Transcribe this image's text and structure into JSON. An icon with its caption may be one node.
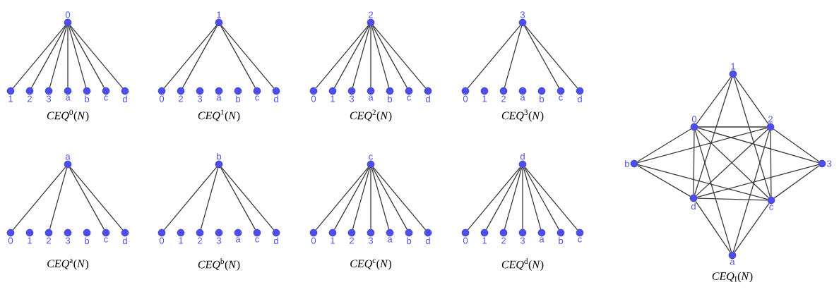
{
  "diagram": {
    "nodes": [
      {
        "text": [
          "0"
        ]
      },
      {
        "text": [
          "1"
        ]
      },
      {
        "text": [
          "2"
        ]
      },
      {
        "text": [
          "3"
        ]
      },
      {
        "text": [
          "a"
        ]
      },
      {
        "text": [
          "b"
        ]
      },
      {
        "text": [
          "c"
        ]
      },
      {
        "text": [
          "d"
        ]
      },
      {
        "text": [
          "1"
        ]
      },
      {
        "text": [
          "0"
        ]
      },
      {
        "text": [
          "2"
        ]
      },
      {
        "text": [
          "3"
        ]
      },
      {
        "text": [
          "a"
        ]
      },
      {
        "text": [
          "b"
        ]
      },
      {
        "text": [
          "c"
        ]
      },
      {
        "text": [
          "d"
        ]
      },
      {
        "text": [
          "2"
        ]
      },
      {
        "text": [
          "0"
        ]
      },
      {
        "text": [
          "1"
        ]
      },
      {
        "text": [
          "3"
        ]
      },
      {
        "text": [
          "a"
        ]
      },
      {
        "text": [
          "b"
        ]
      },
      {
        "text": [
          "c"
        ]
      },
      {
        "text": [
          "d"
        ]
      },
      {
        "text": [
          "3"
        ]
      },
      {
        "text": [
          "0"
        ]
      },
      {
        "text": [
          "1"
        ]
      },
      {
        "text": [
          "2"
        ]
      },
      {
        "text": [
          "a"
        ]
      },
      {
        "text": [
          "b"
        ]
      },
      {
        "text": [
          "c"
        ]
      },
      {
        "text": [
          "d"
        ]
      },
      {
        "text": [
          "a"
        ]
      },
      {
        "text": [
          "0"
        ]
      },
      {
        "text": [
          "1"
        ]
      },
      {
        "text": [
          "2"
        ]
      },
      {
        "text": [
          "3"
        ]
      },
      {
        "text": [
          "b"
        ]
      },
      {
        "text": [
          "c"
        ]
      },
      {
        "text": [
          "d"
        ]
      },
      {
        "text": [
          "b"
        ]
      },
      {
        "text": [
          "0"
        ]
      },
      {
        "text": [
          "1"
        ]
      },
      {
        "text": [
          "2"
        ]
      },
      {
        "text": [
          "3"
        ]
      },
      {
        "text": [
          "a"
        ]
      },
      {
        "text": [
          "c"
        ]
      },
      {
        "text": [
          "d"
        ]
      },
      {
        "text": [
          "c"
        ]
      },
      {
        "text": [
          "0"
        ]
      },
      {
        "text": [
          "1"
        ]
      },
      {
        "text": [
          "2"
        ]
      },
      {
        "text": [
          "3"
        ]
      },
      {
        "text": [
          "a"
        ]
      },
      {
        "text": [
          "b"
        ]
      },
      {
        "text": [
          "d"
        ]
      },
      {
        "text": [
          "d"
        ]
      },
      {
        "text": [
          "0"
        ]
      },
      {
        "text": [
          "1"
        ]
      },
      {
        "text": [
          "2"
        ]
      },
      {
        "text": [
          "3"
        ]
      },
      {
        "text": [
          "a"
        ]
      },
      {
        "text": [
          "b"
        ]
      },
      {
        "text": [
          "c"
        ]
      },
      {
        "text": [
          "1"
        ]
      },
      {
        "text": [
          "0"
        ]
      },
      {
        "text": [
          "2"
        ]
      },
      {
        "text": [
          "b"
        ]
      },
      {
        "text": [
          "3"
        ]
      },
      {
        "text": [
          "d"
        ]
      },
      {
        "text": [
          "c"
        ]
      },
      {
        "text": [
          "a"
        ]
      }
    ],
    "edges": [
      {
        "from": 0,
        "to": 1,
        "arrow": "none"
      },
      {
        "from": 0,
        "to": 2,
        "arrow": "none"
      },
      {
        "from": 0,
        "to": 3,
        "arrow": "none"
      },
      {
        "from": 0,
        "to": 4,
        "arrow": "none"
      },
      {
        "from": 0,
        "to": 5,
        "arrow": "none"
      },
      {
        "from": 0,
        "to": 6,
        "arrow": "none"
      },
      {
        "from": 0,
        "to": 7,
        "arrow": "none"
      },
      {
        "from": 8,
        "to": 9,
        "arrow": "none"
      },
      {
        "from": 8,
        "to": 10,
        "arrow": "none"
      },
      {
        "from": 8,
        "to": 14,
        "arrow": "none"
      },
      {
        "from": 8,
        "to": 15,
        "arrow": "none"
      },
      {
        "from": 16,
        "to": 17,
        "arrow": "none"
      },
      {
        "from": 16,
        "to": 18,
        "arrow": "none"
      },
      {
        "from": 16,
        "to": 19,
        "arrow": "none"
      },
      {
        "from": 16,
        "to": 20,
        "arrow": "none"
      },
      {
        "from": 16,
        "to": 21,
        "arrow": "none"
      },
      {
        "from": 16,
        "to": 22,
        "arrow": "none"
      },
      {
        "from": 16,
        "to": 23,
        "arrow": "none"
      },
      {
        "from": 24,
        "to": 25,
        "arrow": "none"
      },
      {
        "from": 24,
        "to": 27,
        "arrow": "none"
      },
      {
        "from": 24,
        "to": 30,
        "arrow": "none"
      },
      {
        "from": 24,
        "to": 31,
        "arrow": "none"
      },
      {
        "from": 32,
        "to": 33,
        "arrow": "none"
      },
      {
        "from": 32,
        "to": 35,
        "arrow": "none"
      },
      {
        "from": 32,
        "to": 38,
        "arrow": "none"
      },
      {
        "from": 32,
        "to": 39,
        "arrow": "none"
      },
      {
        "from": 40,
        "to": 41,
        "arrow": "none"
      },
      {
        "from": 40,
        "to": 43,
        "arrow": "none"
      },
      {
        "from": 40,
        "to": 46,
        "arrow": "none"
      },
      {
        "from": 40,
        "to": 47,
        "arrow": "none"
      },
      {
        "from": 48,
        "to": 49,
        "arrow": "none"
      },
      {
        "from": 48,
        "to": 50,
        "arrow": "none"
      },
      {
        "from": 48,
        "to": 51,
        "arrow": "none"
      },
      {
        "from": 48,
        "to": 52,
        "arrow": "none"
      },
      {
        "from": 48,
        "to": 53,
        "arrow": "none"
      },
      {
        "from": 48,
        "to": 54,
        "arrow": "none"
      },
      {
        "from": 48,
        "to": 55,
        "arrow": "none"
      },
      {
        "from": 56,
        "to": 57,
        "arrow": "none"
      },
      {
        "from": 56,
        "to": 58,
        "arrow": "none"
      },
      {
        "from": 56,
        "to": 59,
        "arrow": "none"
      },
      {
        "from": 56,
        "to": 60,
        "arrow": "none"
      },
      {
        "from": 56,
        "to": 61,
        "arrow": "none"
      },
      {
        "from": 56,
        "to": 62,
        "arrow": "none"
      },
      {
        "from": 56,
        "to": 63,
        "arrow": "none"
      },
      {
        "from": 65,
        "to": 66,
        "arrow": "none"
      },
      {
        "from": 65,
        "to": 69,
        "arrow": "none"
      },
      {
        "from": 65,
        "to": 70,
        "arrow": "none"
      },
      {
        "from": 66,
        "to": 69,
        "arrow": "none"
      },
      {
        "from": 66,
        "to": 70,
        "arrow": "none"
      },
      {
        "from": 69,
        "to": 70,
        "arrow": "none"
      },
      {
        "from": 64,
        "to": 65,
        "arrow": "none"
      },
      {
        "from": 64,
        "to": 66,
        "arrow": "none"
      },
      {
        "from": 64,
        "to": 69,
        "arrow": "none"
      },
      {
        "from": 64,
        "to": 70,
        "arrow": "none"
      },
      {
        "from": 67,
        "to": 65,
        "arrow": "none"
      },
      {
        "from": 67,
        "to": 66,
        "arrow": "none"
      },
      {
        "from": 67,
        "to": 69,
        "arrow": "none"
      },
      {
        "from": 67,
        "to": 70,
        "arrow": "none"
      },
      {
        "from": 68,
        "to": 65,
        "arrow": "none"
      },
      {
        "from": 68,
        "to": 66,
        "arrow": "none"
      },
      {
        "from": 68,
        "to": 69,
        "arrow": "none"
      },
      {
        "from": 68,
        "to": 70,
        "arrow": "none"
      },
      {
        "from": 71,
        "to": 65,
        "arrow": "none"
      },
      {
        "from": 71,
        "to": 66,
        "arrow": "none"
      },
      {
        "from": 71,
        "to": 69,
        "arrow": "none"
      },
      {
        "from": 71,
        "to": 70,
        "arrow": "none"
      }
    ],
    "labels": [
      "*CEQ*$^{0}$(*N*)",
      "*CEQ*$^{1}$(*N*)",
      "*CEQ*$^{2}$(*N*)",
      "*CEQ*$^{3}$(*N*)",
      "*CEQ*$^{a}$(*N*)",
      "*CEQ*$^{b}$(*N*)",
      "*CEQ*$^{c}$(*N*)",
      "*CEQ*$^{d}$(*N*)",
      "*CEQ*$_{I}$(*N*)"
    ]
  }
}
